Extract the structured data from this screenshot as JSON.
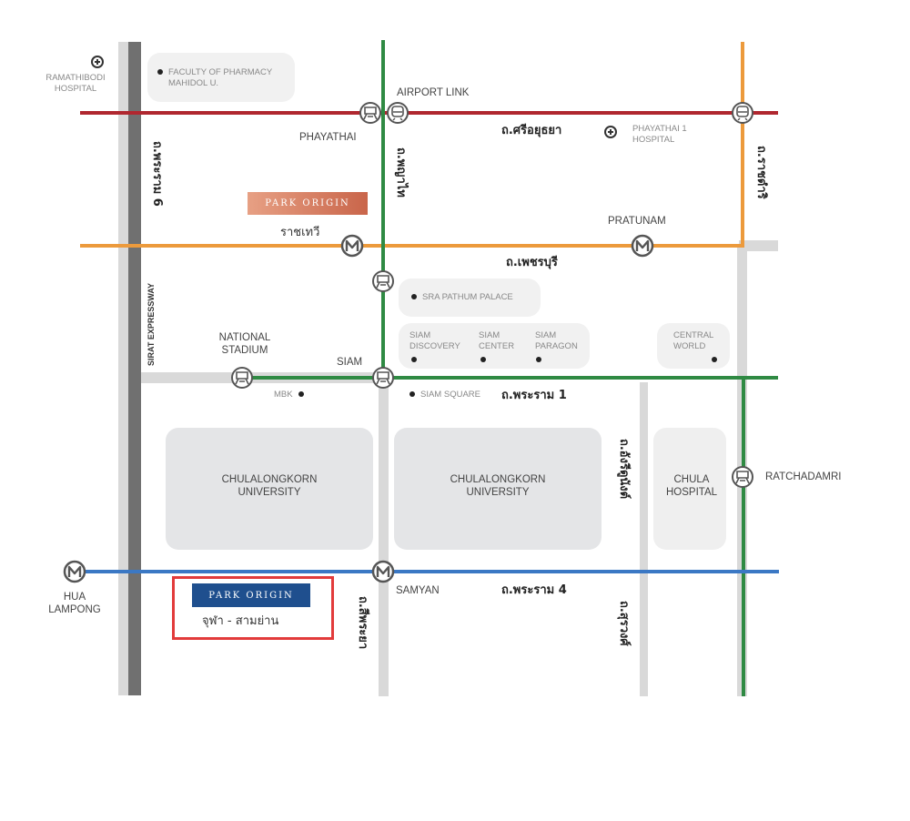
{
  "map": {
    "colors": {
      "road": "#d9d9d9",
      "expressway": "#707070",
      "airport_link": "#b0272f",
      "mrt_orange": "#ec9a3c",
      "bts_green": "#2f8a43",
      "mrt_blue": "#3b78c4",
      "highlight": "#e23b3b"
    },
    "hospitals": [
      {
        "name_line1": "RAMATHIBODI",
        "name_line2": "HOSPITAL"
      },
      {
        "name_line1": "PHAYATHAI 1",
        "name_line2": "HOSPITAL"
      }
    ],
    "areas": {
      "pharmacy": {
        "line1": "FACULTY OF PHARMACY",
        "line2": "MAHIDOL U."
      },
      "sra_pathum": "SRA PATHUM PALACE",
      "siam_discovery": {
        "line1": "SIAM",
        "line2": "DISCOVERY"
      },
      "siam_center": {
        "line1": "SIAM",
        "line2": "CENTER"
      },
      "siam_paragon": {
        "line1": "SIAM",
        "line2": "PARAGON"
      },
      "central_world": {
        "line1": "CENTRAL",
        "line2": "WORLD"
      },
      "mbk": "MBK",
      "siam_square": "SIAM SQUARE",
      "chula_uni_1": {
        "line1": "CHULALONGKORN",
        "line2": "UNIVERSITY"
      },
      "chula_uni_2": {
        "line1": "CHULALONGKORN",
        "line2": "UNIVERSITY"
      },
      "chula_hospital": {
        "line1": "CHULA",
        "line2": "HOSPITAL"
      }
    },
    "stations": {
      "airport_link": "AIRPORT LINK",
      "phayathai": "PHAYATHAI",
      "pratunam": "PRATUNAM",
      "national_stadium": {
        "line1": "NATIONAL",
        "line2": "STADIUM"
      },
      "siam": "SIAM",
      "ratchadamri": "RATCHADAMRI",
      "samyan": "SAMYAN",
      "hua_lampong": {
        "line1": "HUA",
        "line2": "LAMPONG"
      }
    },
    "roads": {
      "rama6": "ถ.พระราม 6",
      "phayathai": "ถ.พญาไท",
      "si_ayutthaya": "ถ.ศรีอยุธยา",
      "ratchadamri": "ถ.ราชดำริ",
      "phetchaburi": "ถ.เพชรบุรี",
      "rama1": "ถ.พระราม 1",
      "rama4": "ถ.พระราม 4",
      "henri_dunant": "ถ.อังรีดูนังต์",
      "phaya_thai_south": "ถ.สีพระยา",
      "surawong": "ถ.สุรวงศ์",
      "sirat_expressway": "SIRAT EXPRESSWAY"
    },
    "projects": [
      {
        "brand": "PARK ORIGIN",
        "location": "ราชเทวี"
      },
      {
        "brand": "PARK ORIGIN",
        "location": "จุฬา - สามย่าน"
      }
    ]
  }
}
